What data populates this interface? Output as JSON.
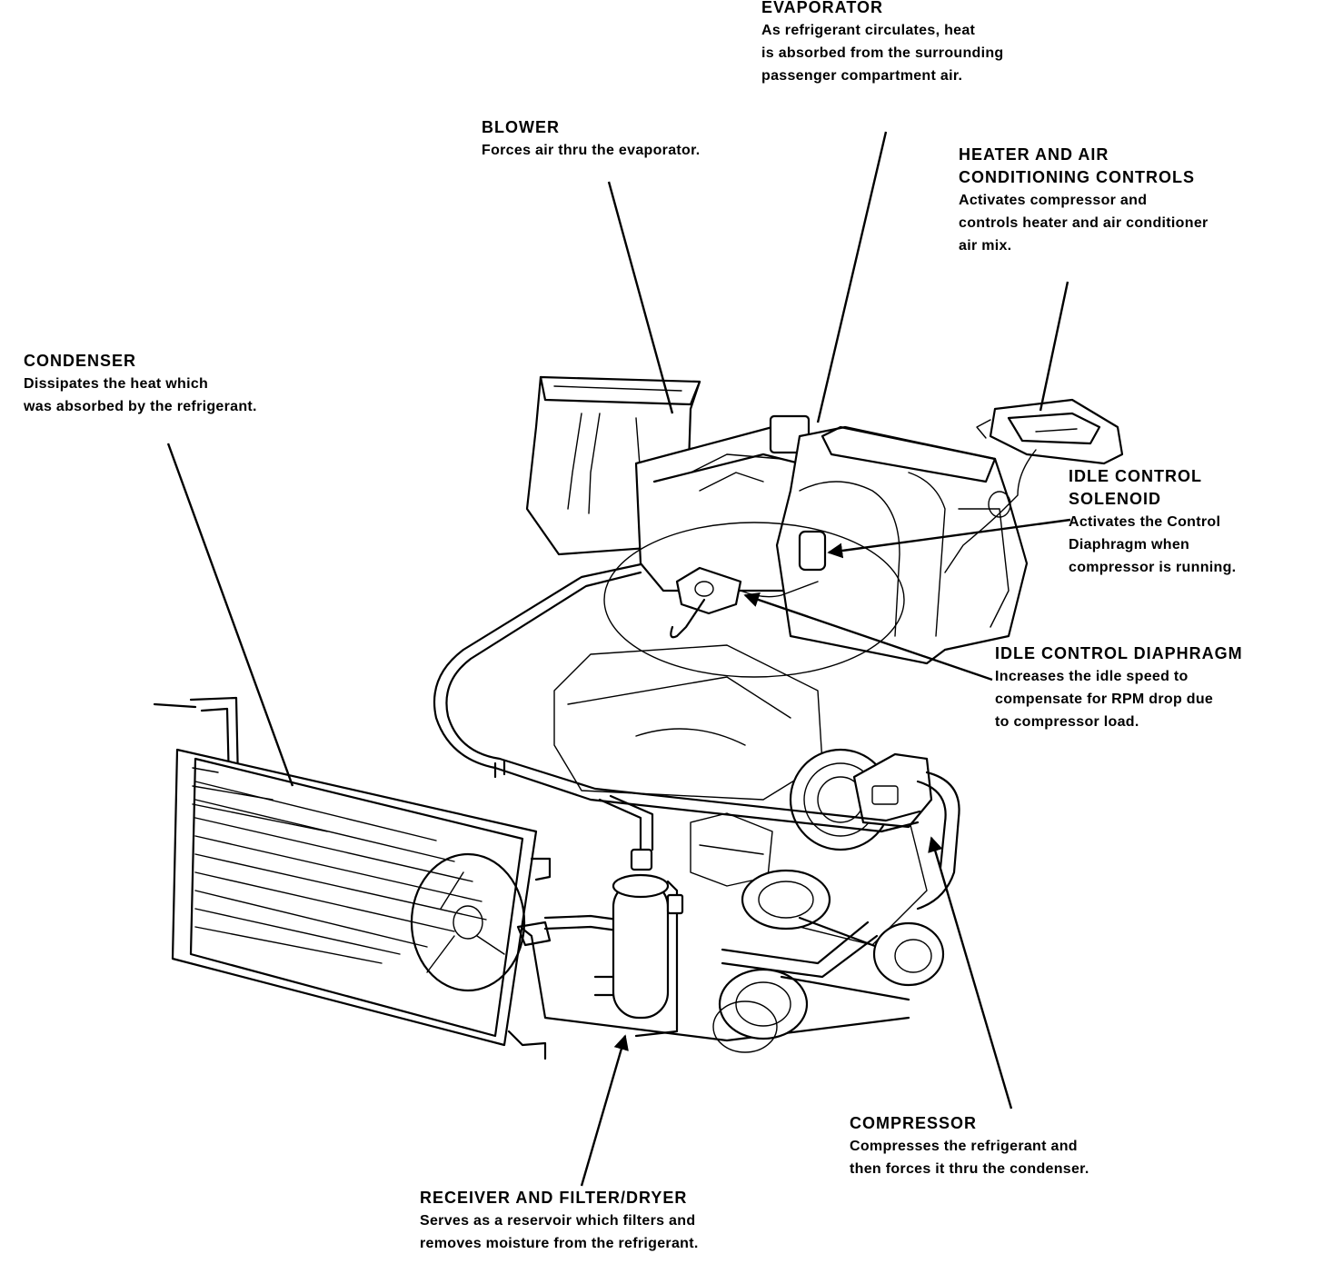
{
  "callouts": {
    "evaporator": {
      "title": "EVAPORATOR",
      "desc": "As refrigerant circulates, heat\nis absorbed from the surrounding\npassenger compartment air."
    },
    "blower": {
      "title": "BLOWER",
      "desc": "Forces air thru the  evaporator."
    },
    "controls": {
      "title": "HEATER AND AIR\nCONDITIONING CONTROLS",
      "desc": "Activates compressor and\ncontrols heater and air conditioner\n air mix."
    },
    "condenser": {
      "title": "CONDENSER",
      "desc": "Dissipates the heat which\nwas absorbed by the refrigerant."
    },
    "solenoid": {
      "title": "IDLE CONTROL\nSOLENOID",
      "desc": "Activates the Control\nDiaphragm when\ncompressor is running."
    },
    "diaphragm": {
      "title": "IDLE CONTROL DIAPHRAGM",
      "desc": "Increases the idle speed to\ncompensate for RPM drop due\nto compressor load."
    },
    "compressor": {
      "title": "COMPRESSOR",
      "desc": "Compresses the refrigerant and\nthen forces it thru the condenser."
    },
    "receiver": {
      "title": "RECEIVER AND FILTER/DRYER",
      "desc": "Serves as a reservoir which filters and\nremoves moisture from the refrigerant."
    }
  }
}
